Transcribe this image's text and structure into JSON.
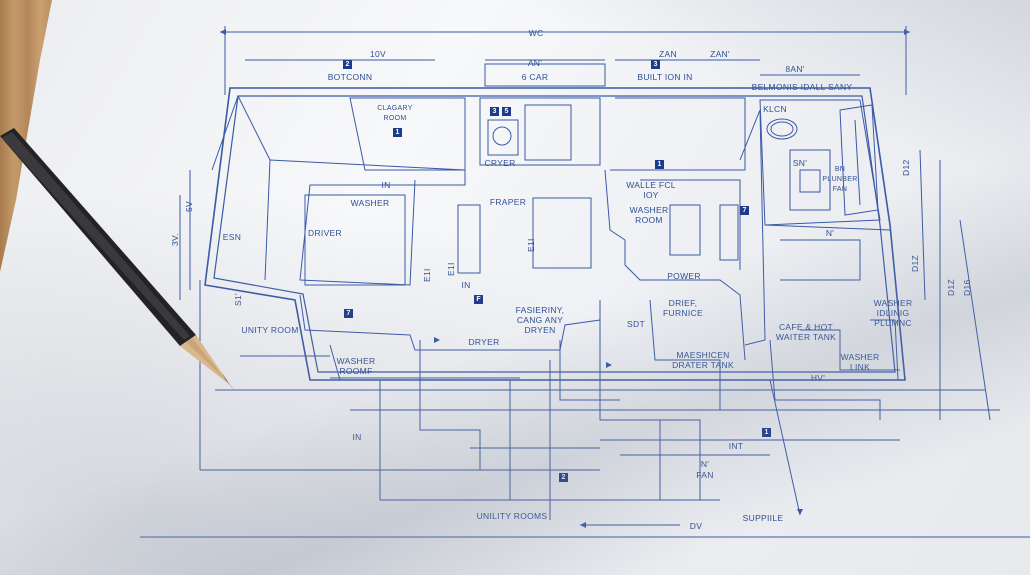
{
  "plan": {
    "dimensions": {
      "top_overall": "WC",
      "top_left": "10V",
      "top_mid": "ZAN",
      "top_mid2": "ZAN'",
      "top_right": "8AN'",
      "mid_top": "AN'",
      "left_v1": "5V",
      "left_v2": "3V.",
      "right_v1": "D12",
      "right_v2": "D1Z",
      "right_v3": "D1Z",
      "right_v4": "D16",
      "in_1": "IN",
      "in_2": "IN",
      "in_3": "IN",
      "dv": "DV",
      "fan": "FAN",
      "int": "INT",
      "n": "N'",
      "hv": "HV'",
      "n2": "N'",
      "sd": "SDT",
      "sn": "SN'",
      "s1": "S1'",
      "e1": "E1I",
      "e2": "E1I",
      "e3": "E1I"
    },
    "labels": {
      "bot_conn": "BOTCONN",
      "category_room": "CLAGARY ROOM",
      "six_car": "6 CAR",
      "built_ion": "BUILT ION IN",
      "belmonts": "BELMONIS IDALL SANY",
      "kl_cn": "KLCN",
      "dryer_top": "CRYER",
      "washer": "WASHER",
      "driver": "DRIVER",
      "fraper": "FRAPER",
      "walle": "WALLE FCL IOY",
      "washer_room": "WASHER ROOM",
      "plumber_fan": "BN PLUNBER FAN",
      "power": "POWER",
      "unity_room": "UNITY ROOM",
      "fasierny": "FASIERINY, CANG ANY DRYEN",
      "dryer_mid": "DRYER",
      "drief_furnice": "DRIEF, FURNICE",
      "washer_room2": "WASHER ROOMF",
      "maeshicen": "MAESHICEN DRATER TANK",
      "cafe": "CAFE & HOT WAITER TANK",
      "washer_plumnc": "WASHER IDLINIG PLUMNC",
      "washer_link": "WASHER LINK",
      "unility_rooms": "UNILITY ROOMS",
      "suppiile": "SUPPIILE",
      "esn": "ESN"
    },
    "tags": [
      "2",
      "3",
      "1",
      "1",
      "7",
      "7",
      "1",
      "2",
      "3",
      "5",
      "F"
    ],
    "line_color": "#2f4f96"
  }
}
